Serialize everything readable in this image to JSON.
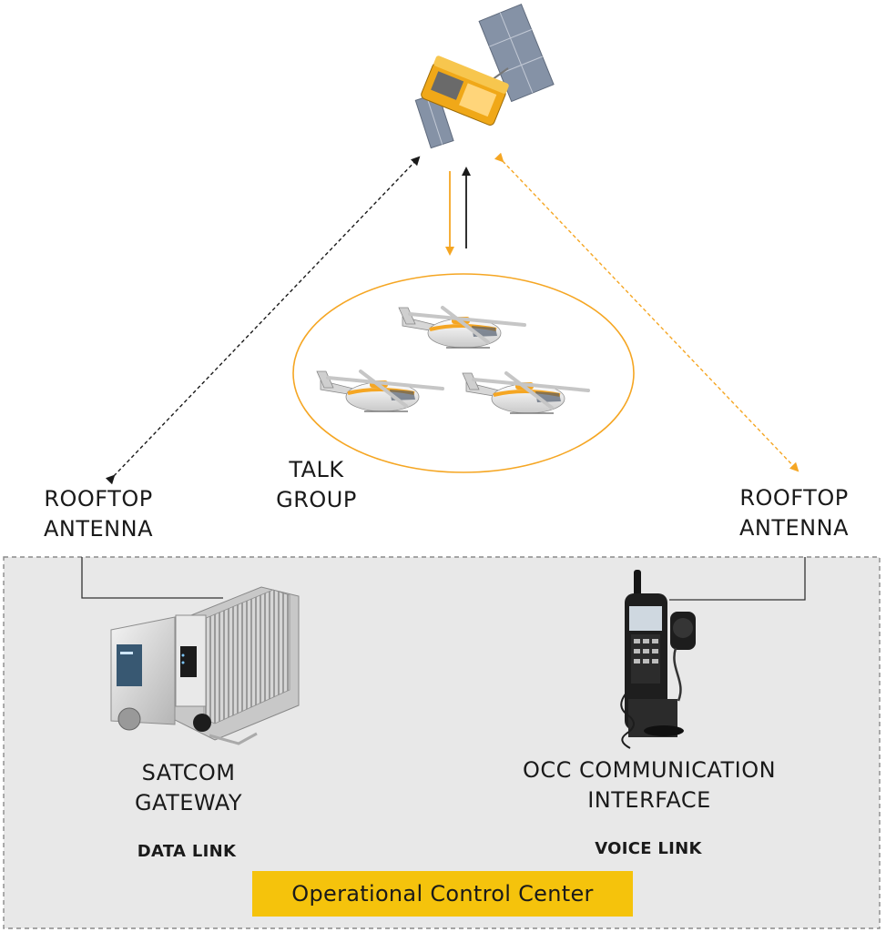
{
  "labels": {
    "talk_group": [
      "TALK",
      "GROUP"
    ],
    "rooftop_left": [
      "ROOFTOP",
      "ANTENNA"
    ],
    "rooftop_right": [
      "ROOFTOP",
      "ANTENNA"
    ],
    "satcom_gateway": [
      "SATCOM",
      "GATEWAY"
    ],
    "occ_interface": [
      "OCC COMMUNICATION",
      "INTERFACE"
    ],
    "data_link": "DATA LINK",
    "voice_link": "VOICE LINK",
    "operational_control_center": "Operational Control Center"
  },
  "colors": {
    "accent": "#f5a623",
    "highlight_bar": "#f5c30c",
    "panel_fill": "#e8e8e8",
    "panel_border": "#8a8a8a",
    "link_black": "#1a1a1a"
  },
  "icons": [
    "satellite-icon",
    "helicopter-icon",
    "satcom-gateway-icon",
    "satellite-phone-icon"
  ]
}
